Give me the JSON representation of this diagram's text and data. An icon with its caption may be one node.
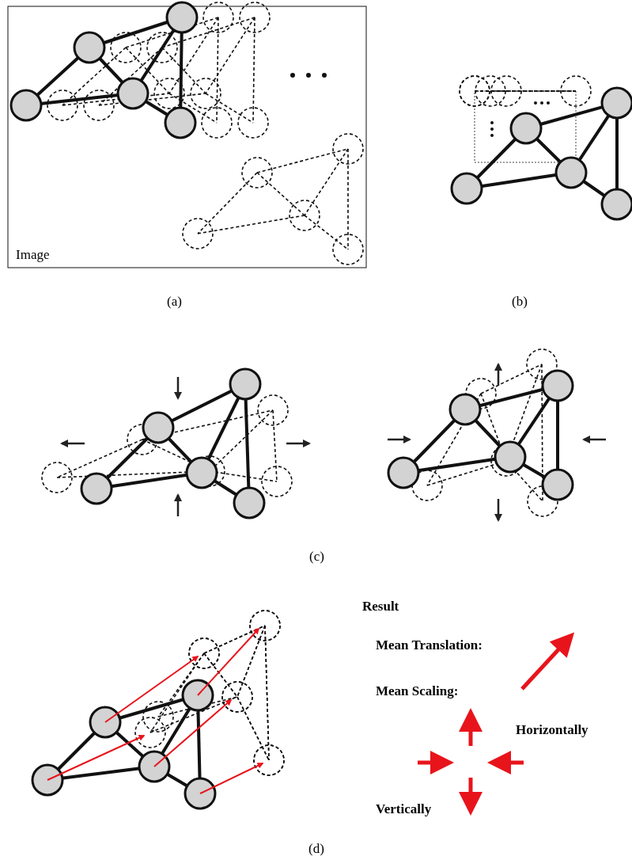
{
  "diagram": {
    "labels": [
      "Image",
      "(a)",
      "(b)",
      "(c)",
      "Result",
      "Mean Translation:",
      "Mean Scaling:",
      "Horizontally",
      "Vertically",
      "(d)"
    ]
  }
}
